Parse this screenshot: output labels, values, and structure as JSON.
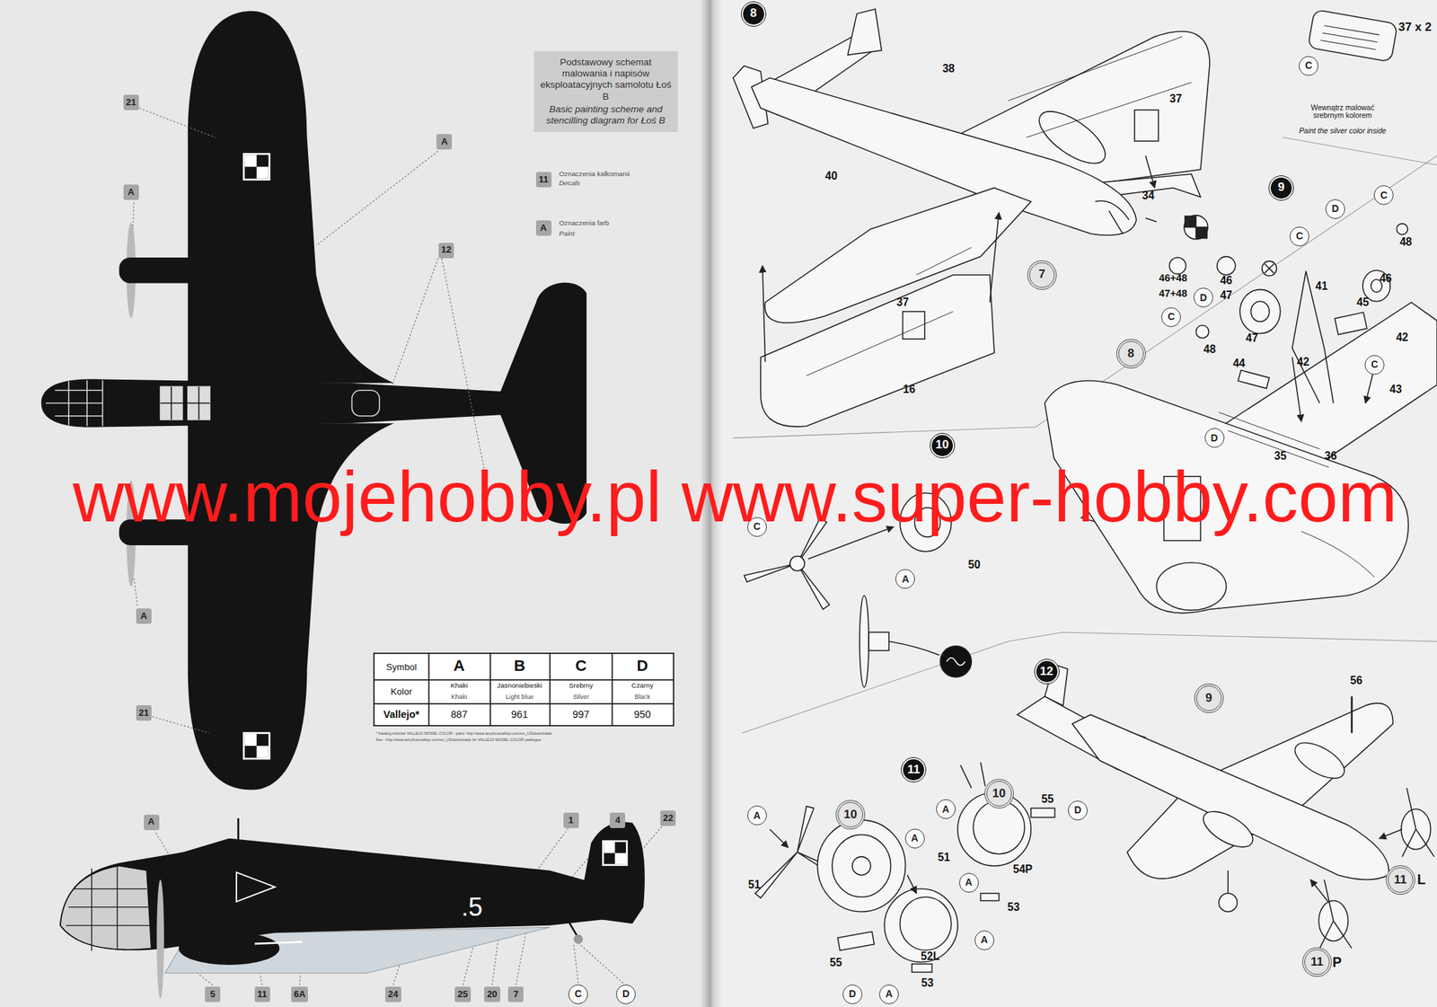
{
  "diagram": {
    "nodes": [
      {
        "text": [
          "Podstawowy schemat malowania i napisów eksploatacyjnych samolotu Łoś B",
          "Basic painting scheme and stencilling diagram for Łoś B"
        ]
      },
      {
        "text": [
          "21"
        ]
      },
      {
        "text": [
          "A"
        ]
      },
      {
        "text": [
          "A"
        ]
      },
      {
        "text": [
          "12"
        ]
      },
      {
        "text": [
          "11"
        ]
      },
      {
        "text": [
          "A"
        ]
      },
      {
        "text": [
          "A"
        ]
      },
      {
        "text": [
          "21"
        ]
      },
      {
        "text": [
          "A"
        ]
      },
      {
        "text": [
          "1"
        ]
      },
      {
        "text": [
          "4"
        ]
      },
      {
        "text": [
          "22"
        ]
      },
      {
        "text": [
          "5"
        ]
      },
      {
        "text": [
          "11"
        ]
      },
      {
        "text": [
          "6A"
        ]
      },
      {
        "text": [
          "24"
        ]
      },
      {
        "text": [
          "25"
        ]
      },
      {
        "text": [
          "20"
        ]
      },
      {
        "text": [
          "7"
        ]
      },
      {
        "text": [
          "C"
        ]
      },
      {
        "text": [
          "D"
        ]
      },
      {
        "text": [
          "8"
        ]
      },
      {
        "text": [
          "7"
        ]
      },
      {
        "text": [
          "C"
        ]
      },
      {
        "text": [
          "9"
        ]
      },
      {
        "text": [
          "D"
        ]
      },
      {
        "text": [
          "C"
        ]
      },
      {
        "text": [
          "C"
        ]
      },
      {
        "text": [
          "D"
        ]
      },
      {
        "text": [
          "C"
        ]
      },
      {
        "text": [
          "8"
        ]
      },
      {
        "text": [
          "C"
        ]
      },
      {
        "text": [
          "D"
        ]
      },
      {
        "text": [
          "10"
        ]
      },
      {
        "text": [
          "C"
        ]
      },
      {
        "text": [
          "A"
        ]
      },
      {
        "text": [
          "12"
        ]
      },
      {
        "text": [
          "9"
        ]
      },
      {
        "text": [
          "11"
        ]
      },
      {
        "text": [
          "A"
        ]
      },
      {
        "text": [
          "10"
        ]
      },
      {
        "text": [
          "A"
        ]
      },
      {
        "text": [
          "A"
        ]
      },
      {
        "text": [
          "10"
        ]
      },
      {
        "text": [
          "D"
        ]
      },
      {
        "text": [
          "A"
        ]
      },
      {
        "text": [
          "A"
        ]
      },
      {
        "text": [
          "D"
        ]
      },
      {
        "text": [
          "A"
        ]
      },
      {
        "text": [
          "11"
        ]
      },
      {
        "text": [
          "11"
        ]
      }
    ],
    "labels": [
      "Oznaczenia kalkomanii",
      "Decals",
      "Oznaczenia farb",
      "Paint",
      "Symbol",
      "A",
      "B",
      "C",
      "D",
      "Kolor",
      "Khaki",
      "Khaki",
      "Jasnoniebieski",
      "Light blue",
      "Srebrny",
      "Silver",
      "Czarny",
      "Black",
      "Vallejo*",
      "887",
      "961",
      "997",
      "950",
      "* Katalog kolorów VALLEJO MODEL COLOR - patrz: http://www.acrylicosvallejo.com/en_US/downloads",
      "See - http://www.acrylicosvallejo.com/en_US/downloads for VALLEJO MODEL COLOR catalogue",
      ".5",
      "www.mojehobby.pl www.super-hobby.com",
      "37 x 2",
      "Wewnątrz malować srebrnym kolorem",
      "Paint the silver color inside",
      "38",
      "37",
      "34",
      "40",
      "37",
      "16",
      "48",
      "46",
      "41",
      "46+48",
      "47+48",
      "46",
      "47",
      "47",
      "48",
      "45",
      "42",
      "42",
      "44",
      "43",
      "36",
      "35",
      "50",
      "51",
      "55",
      "52L",
      "53",
      "55",
      "51",
      "54P",
      "53",
      "56",
      "L",
      "P"
    ]
  }
}
